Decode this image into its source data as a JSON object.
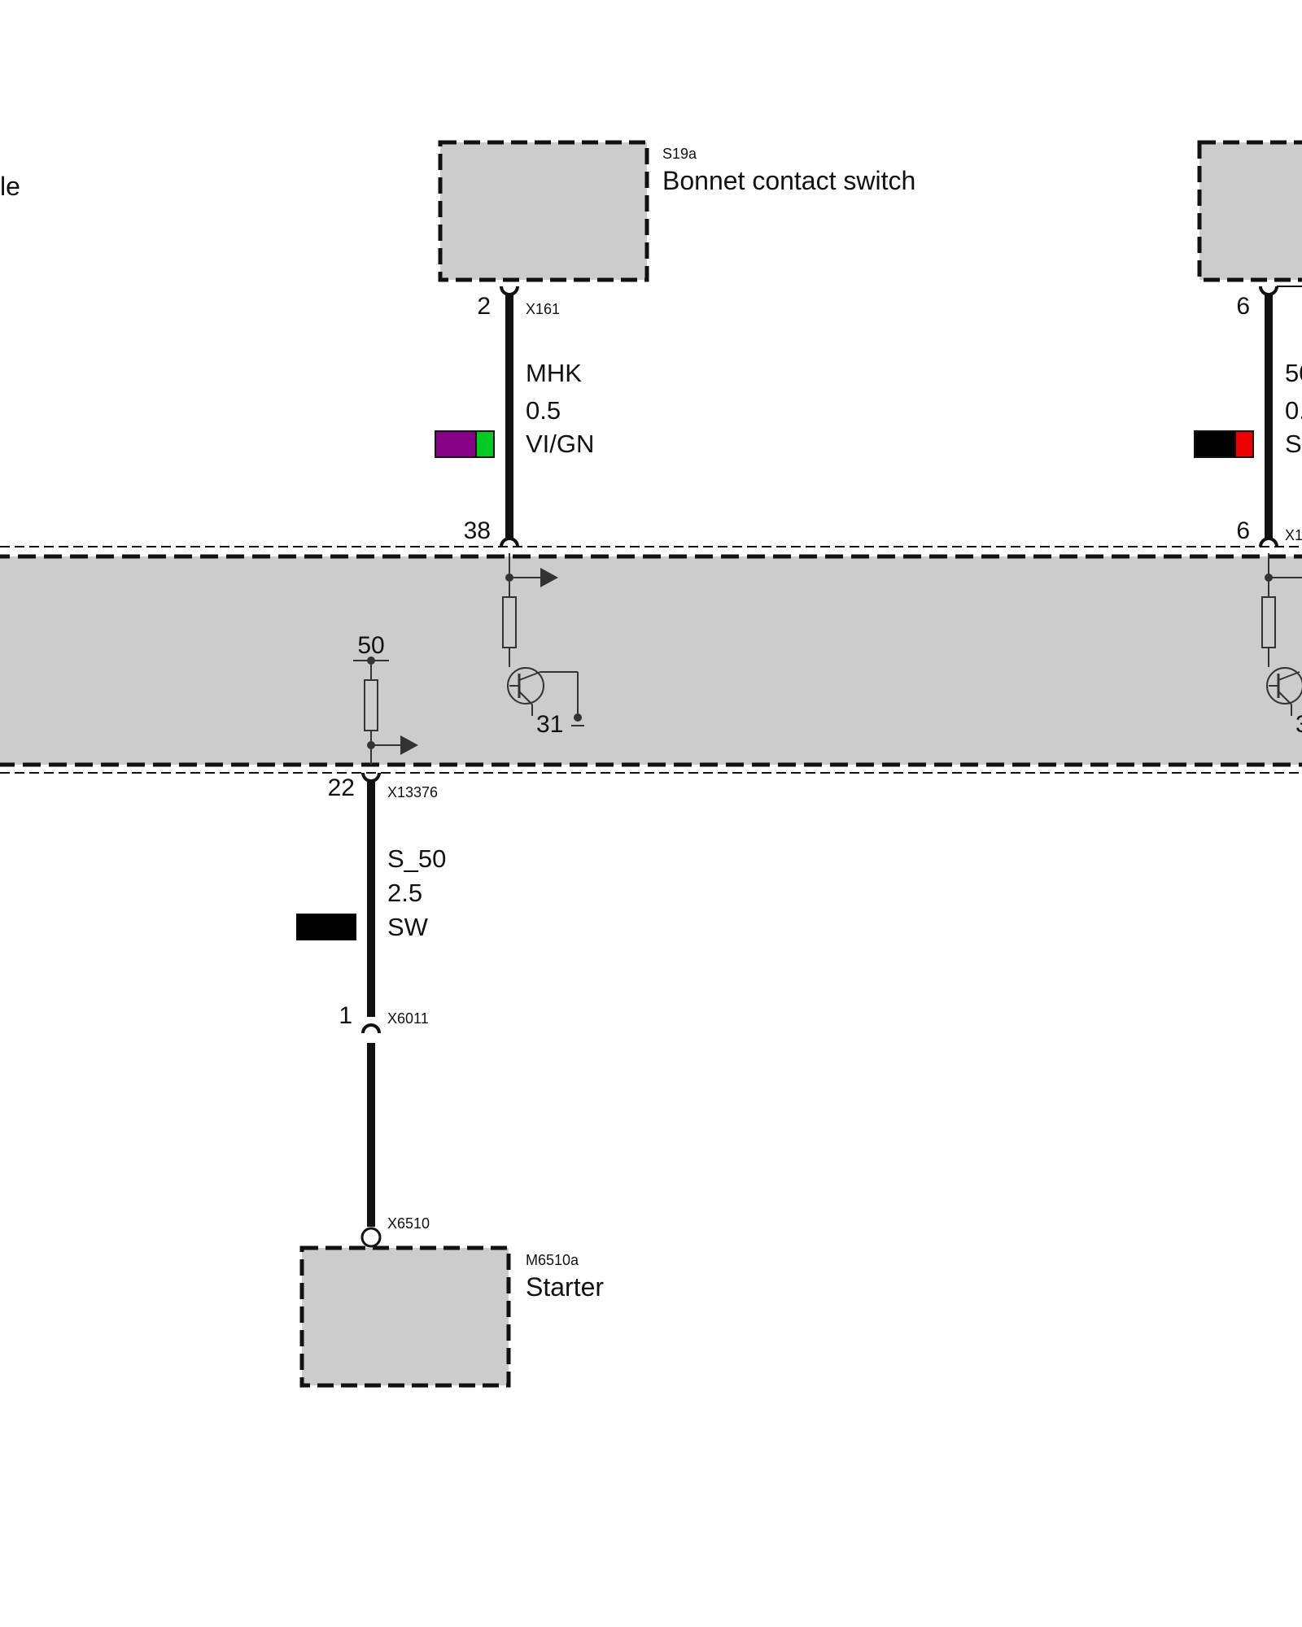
{
  "colors": {
    "component_fill": "#cccccc",
    "line": "#111111",
    "violet": "#880088",
    "green": "#00cc22",
    "black": "#000000",
    "red": "#ee0000",
    "background": "#ffffff"
  },
  "module_left_text": "le",
  "components": {
    "bonnet_switch": {
      "code": "S19a",
      "name": "Bonnet contact switch"
    },
    "starter": {
      "code": "M6510a",
      "name": "Starter"
    }
  },
  "wires": {
    "bonnet": {
      "pin_top": "2",
      "connector_top": "X161",
      "signal": "MHK",
      "gauge": "0.5",
      "color_code": "VI/GN",
      "pin_bottom": "38"
    },
    "right": {
      "pin_top": "6",
      "signal_partial": "50",
      "gauge_partial": "0.",
      "color_partial": "S",
      "pin_bottom": "6",
      "connector_bottom_partial": "X1"
    },
    "starter": {
      "pin_top": "22",
      "connector_top": "X13376",
      "signal": "S_50",
      "gauge": "2.5",
      "color_code": "SW",
      "pin_mid": "1",
      "connector_mid": "X6011",
      "connector_bottom": "X6510"
    }
  },
  "internal": {
    "supply_terminal": "50",
    "ground_terminal_1": "31",
    "ground_terminal_2_partial": "3"
  }
}
